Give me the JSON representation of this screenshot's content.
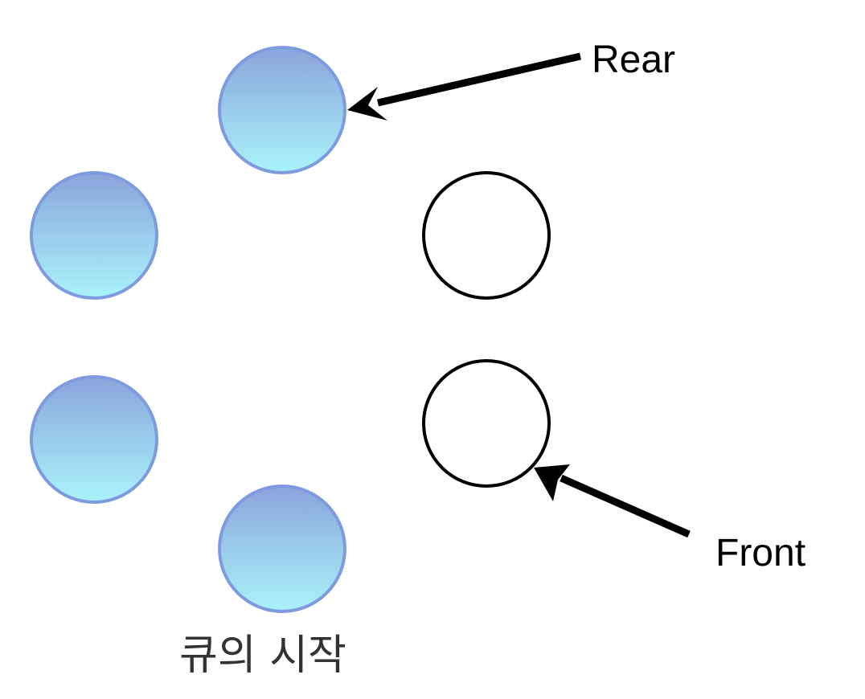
{
  "labels": {
    "rear": "Rear",
    "front": "Front",
    "queue_start": "큐의 시작"
  },
  "nodes": [
    {
      "id": "node-1",
      "state": "filled"
    },
    {
      "id": "node-2",
      "state": "filled"
    },
    {
      "id": "node-3",
      "state": "filled"
    },
    {
      "id": "node-4",
      "state": "filled"
    },
    {
      "id": "node-5",
      "state": "empty"
    },
    {
      "id": "node-6",
      "state": "empty"
    }
  ],
  "colors": {
    "filled_top": "#8aa4db",
    "filled_bottom": "#aaf3fb",
    "filled_stroke": "#7f9be0",
    "empty_fill": "#ffffff",
    "empty_stroke": "#000000",
    "arrow": "#000000"
  }
}
